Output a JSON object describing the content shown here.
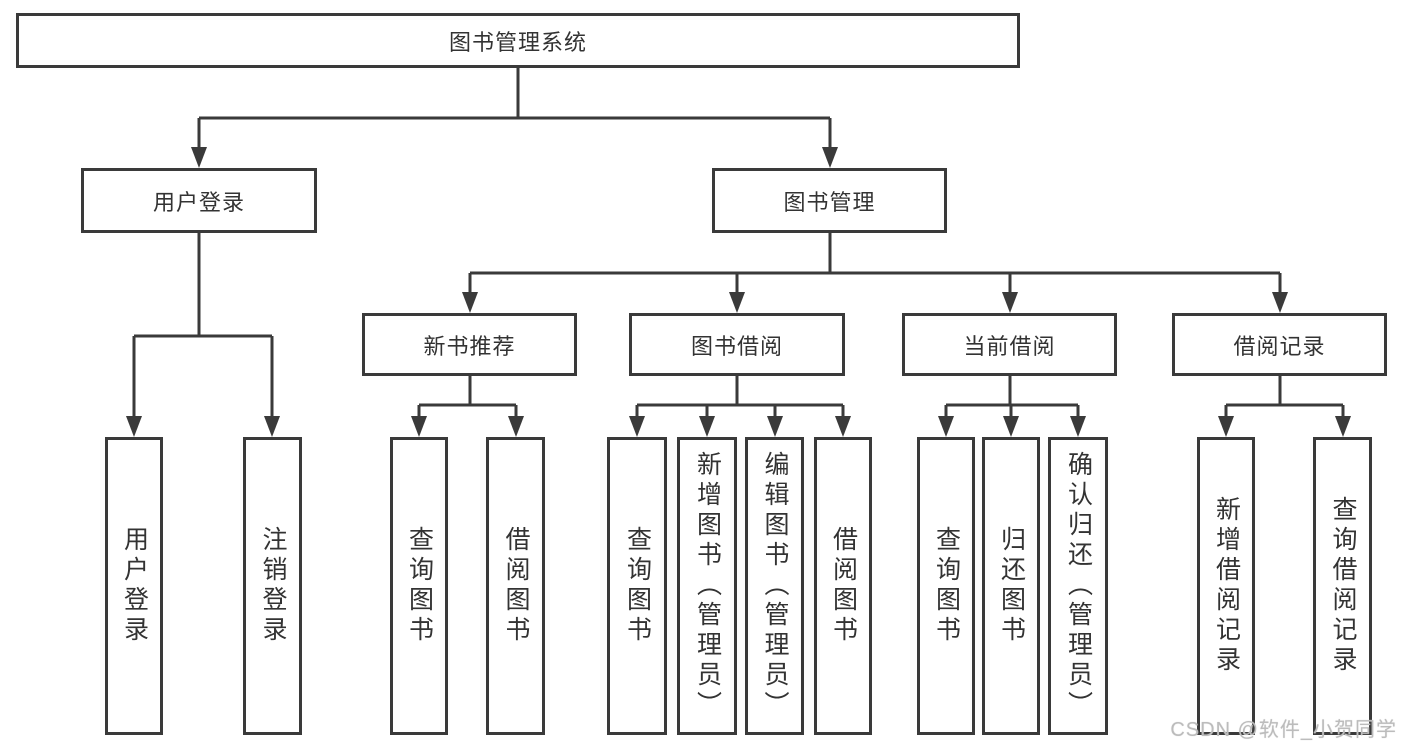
{
  "colors": {
    "line": "#3a3a3a",
    "box_border": "#3a3a3a",
    "box_fill": "#ffffff",
    "text": "#333333",
    "watermark": "#bcbcbc",
    "background": "#ffffff"
  },
  "watermark": {
    "text": "CSDN @软件_小贺同学"
  },
  "diagram": {
    "title": "图书管理系统",
    "level2": [
      {
        "label": "用户登录",
        "parent": "图书管理系统"
      },
      {
        "label": "图书管理",
        "parent": "图书管理系统"
      }
    ],
    "level3": [
      {
        "label": "新书推荐",
        "parent": "图书管理"
      },
      {
        "label": "图书借阅",
        "parent": "图书管理"
      },
      {
        "label": "当前借阅",
        "parent": "图书管理"
      },
      {
        "label": "借阅记录",
        "parent": "图书管理"
      }
    ],
    "leaves": [
      {
        "label": "用户登录",
        "parent": "用户登录"
      },
      {
        "label": "注销登录",
        "parent": "用户登录"
      },
      {
        "label": "查询图书",
        "parent": "新书推荐"
      },
      {
        "label": "借阅图书",
        "parent": "新书推荐"
      },
      {
        "label": "查询图书",
        "parent": "图书借阅"
      },
      {
        "label": "新增图书（管理员）",
        "parent": "图书借阅"
      },
      {
        "label": "编辑图书（管理员）",
        "parent": "图书借阅"
      },
      {
        "label": "借阅图书",
        "parent": "图书借阅"
      },
      {
        "label": "查询图书",
        "parent": "当前借阅"
      },
      {
        "label": "归还图书",
        "parent": "当前借阅"
      },
      {
        "label": "确认归还（管理员）",
        "parent": "当前借阅"
      },
      {
        "label": "新增借阅记录",
        "parent": "借阅记录"
      },
      {
        "label": "查询借阅记录",
        "parent": "借阅记录"
      }
    ]
  }
}
